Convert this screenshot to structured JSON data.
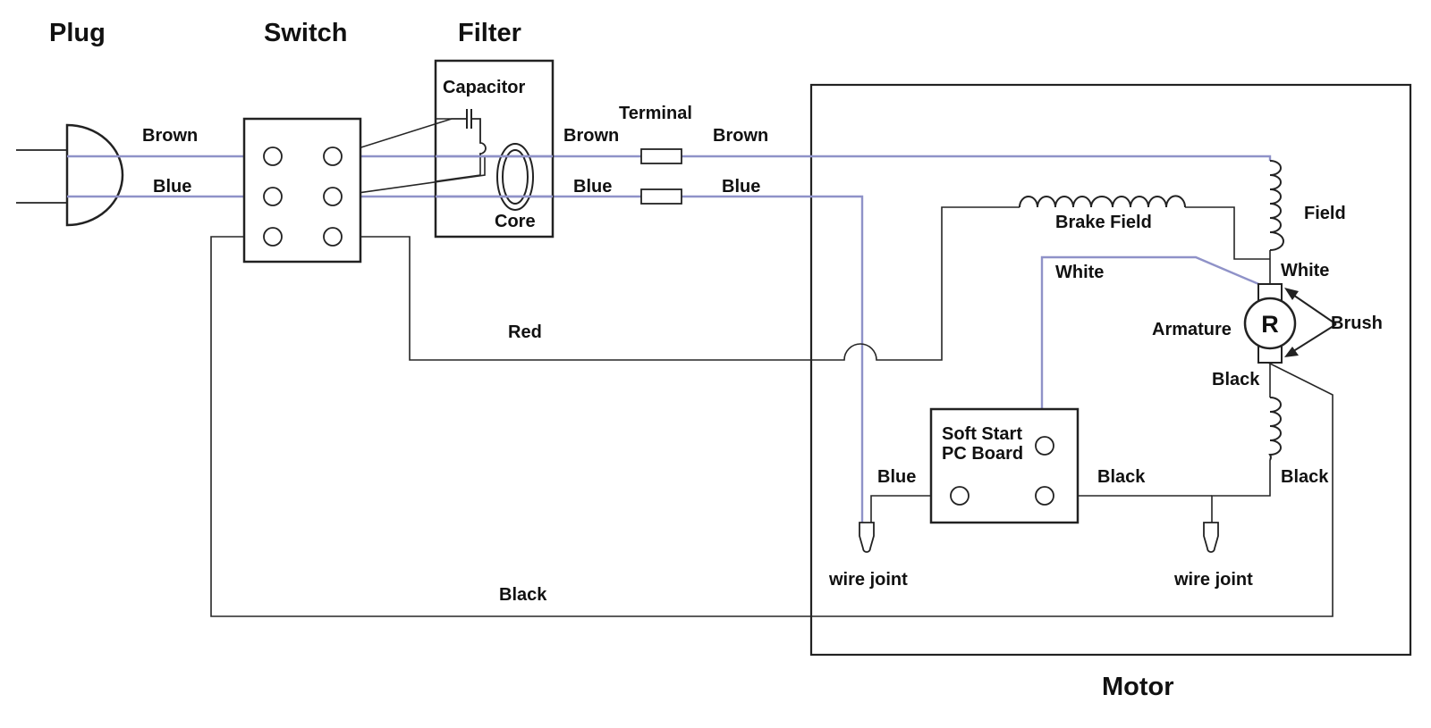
{
  "components": {
    "plug": "Plug",
    "switch": "Switch",
    "filter": "Filter",
    "motor": "Motor",
    "capacitor": "Capacitor",
    "core": "Core",
    "terminal": "Terminal",
    "brake_field": "Brake Field",
    "field": "Field",
    "armature": "Armature",
    "armature_symbol": "R",
    "brush": "Brush",
    "pc_board_line1": "Soft Start",
    "pc_board_line2": "PC Board",
    "wire_joint_left": "wire joint",
    "wire_joint_right": "wire joint"
  },
  "wire_labels": {
    "brown_plug": "Brown",
    "blue_plug": "Blue",
    "brown_filter_out": "Brown",
    "blue_filter_out": "Blue",
    "brown_motor": "Brown",
    "blue_motor": "Blue",
    "red": "Red",
    "black_bottom": "Black",
    "white": "White",
    "white_board": "White",
    "black_armature": "Black",
    "black_field": "Black",
    "black_board": "Black",
    "blue_board": "Blue"
  },
  "colors": {
    "live_wire": "#8f92c8",
    "dark_wire": "#262626"
  }
}
